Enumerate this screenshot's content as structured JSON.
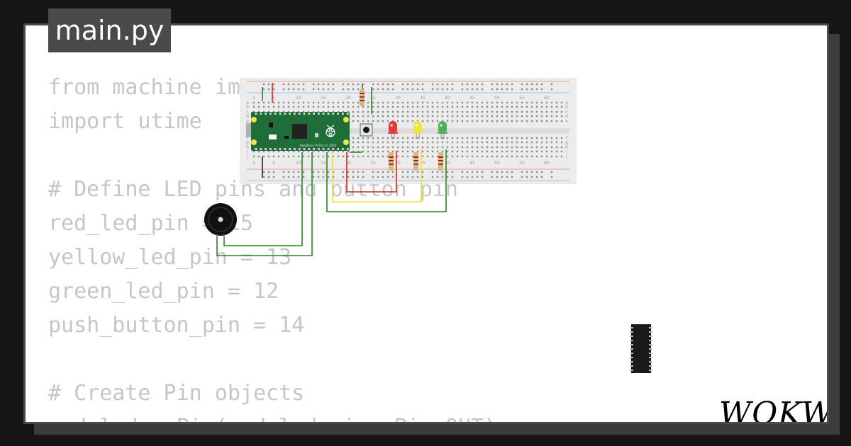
{
  "file_tab": {
    "label": "main.py"
  },
  "code_lines": [
    "from machine import Pin",
    "import utime",
    "",
    "# Define LED pins and button pin",
    "red_led_pin = 15",
    "yellow_led_pin = 13",
    "green_led_pin = 12",
    "push_button_pin = 14",
    "",
    "# Create Pin objects",
    "red_led = Pin(red_led_pin, Pin.OUT)"
  ],
  "breadboard": {
    "column_labels": [
      "1",
      "5",
      "10",
      "15",
      "20",
      "25",
      "30",
      "35",
      "40",
      "45",
      "50",
      "55",
      "60"
    ],
    "row_labels": [
      "a",
      "b",
      "c",
      "d",
      "e",
      "f",
      "g",
      "h",
      "i",
      "j"
    ]
  },
  "pico": {
    "silkscreen": "Raspberry Pi Pico © 2020"
  },
  "leds": [
    {
      "name": "red",
      "color": "#e53935"
    },
    {
      "name": "yellow",
      "color": "#f4e33b"
    },
    {
      "name": "green",
      "color": "#4caf50"
    }
  ],
  "colors": {
    "pico_green": "#1f6e3a",
    "wire_green": "#1e8a1e",
    "wire_red": "#e0201b",
    "wire_yellow": "#f0e030",
    "background": "#161616",
    "tab_bg": "#4a4a4a"
  },
  "brand": {
    "logo_text": "WOKWi"
  }
}
